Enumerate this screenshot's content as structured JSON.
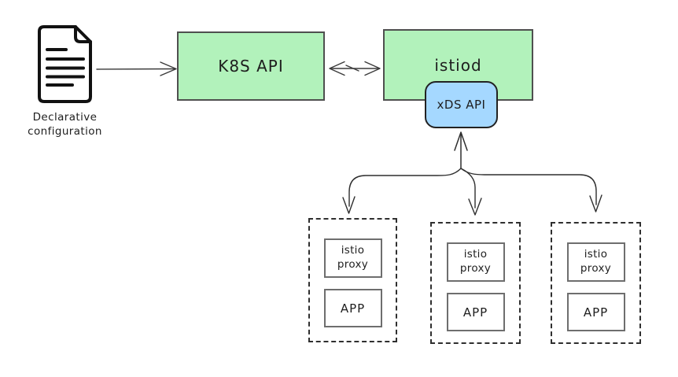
{
  "colors": {
    "node-green": "#b2f2bb",
    "node-blue": "#a5d8ff",
    "ink": "#1e1e1e"
  },
  "nodes": {
    "config_doc_label": "Declarative\nconfiguration",
    "k8s_api": "K8S API",
    "istiod": "istiod",
    "xds_api": "xDS API"
  },
  "pods": [
    {
      "proxy": "istio\nproxy",
      "app": "APP"
    },
    {
      "proxy": "istio\nproxy",
      "app": "APP"
    },
    {
      "proxy": "istio\nproxy",
      "app": "APP"
    }
  ],
  "icons": {
    "config_document": "document-icon"
  }
}
